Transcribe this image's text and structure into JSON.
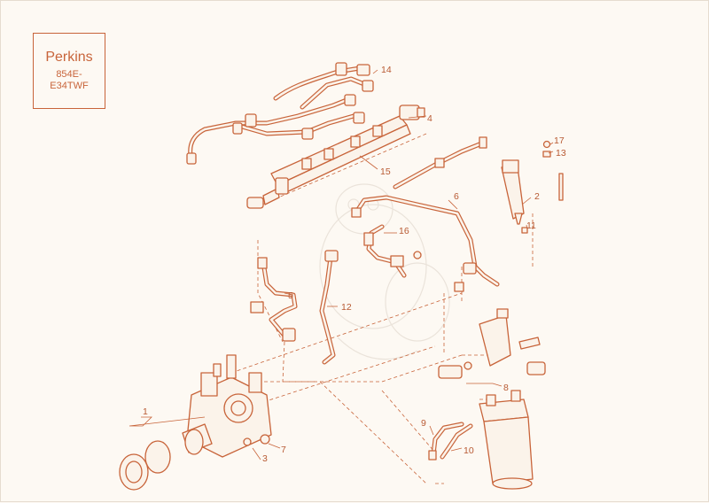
{
  "title_box": {
    "brand": "Perkins",
    "model_line1": "854E-",
    "model_line2": "E34TWF"
  },
  "colors": {
    "line": "#c8643a",
    "background": "#fdf9f3",
    "watermark": "#e9e1d8"
  },
  "callouts": [
    "1",
    "2",
    "3",
    "4",
    "5",
    "6",
    "7",
    "8",
    "9",
    "10",
    "11",
    "12",
    "13",
    "14",
    "15",
    "16",
    "17"
  ]
}
